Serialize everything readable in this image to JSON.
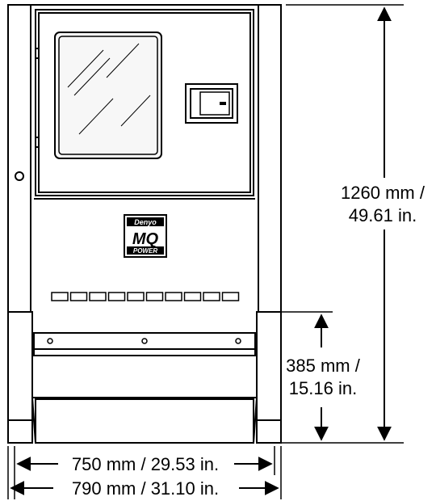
{
  "logo": {
    "top": "Denyo",
    "middle": "MQ",
    "bottom": "POWER"
  },
  "dimensions": {
    "total_height": {
      "line1": "1260 mm /",
      "line2": "49.61 in."
    },
    "base_height": {
      "line1": "385 mm /",
      "line2": "15.16 in."
    },
    "inner_width": "750 mm / 29.53 in.",
    "outer_width": "790 mm / 31.10 in."
  },
  "colors": {
    "line": "#000000",
    "window_fill": "#f7f7f7",
    "panel_fill": "#ffffff"
  }
}
